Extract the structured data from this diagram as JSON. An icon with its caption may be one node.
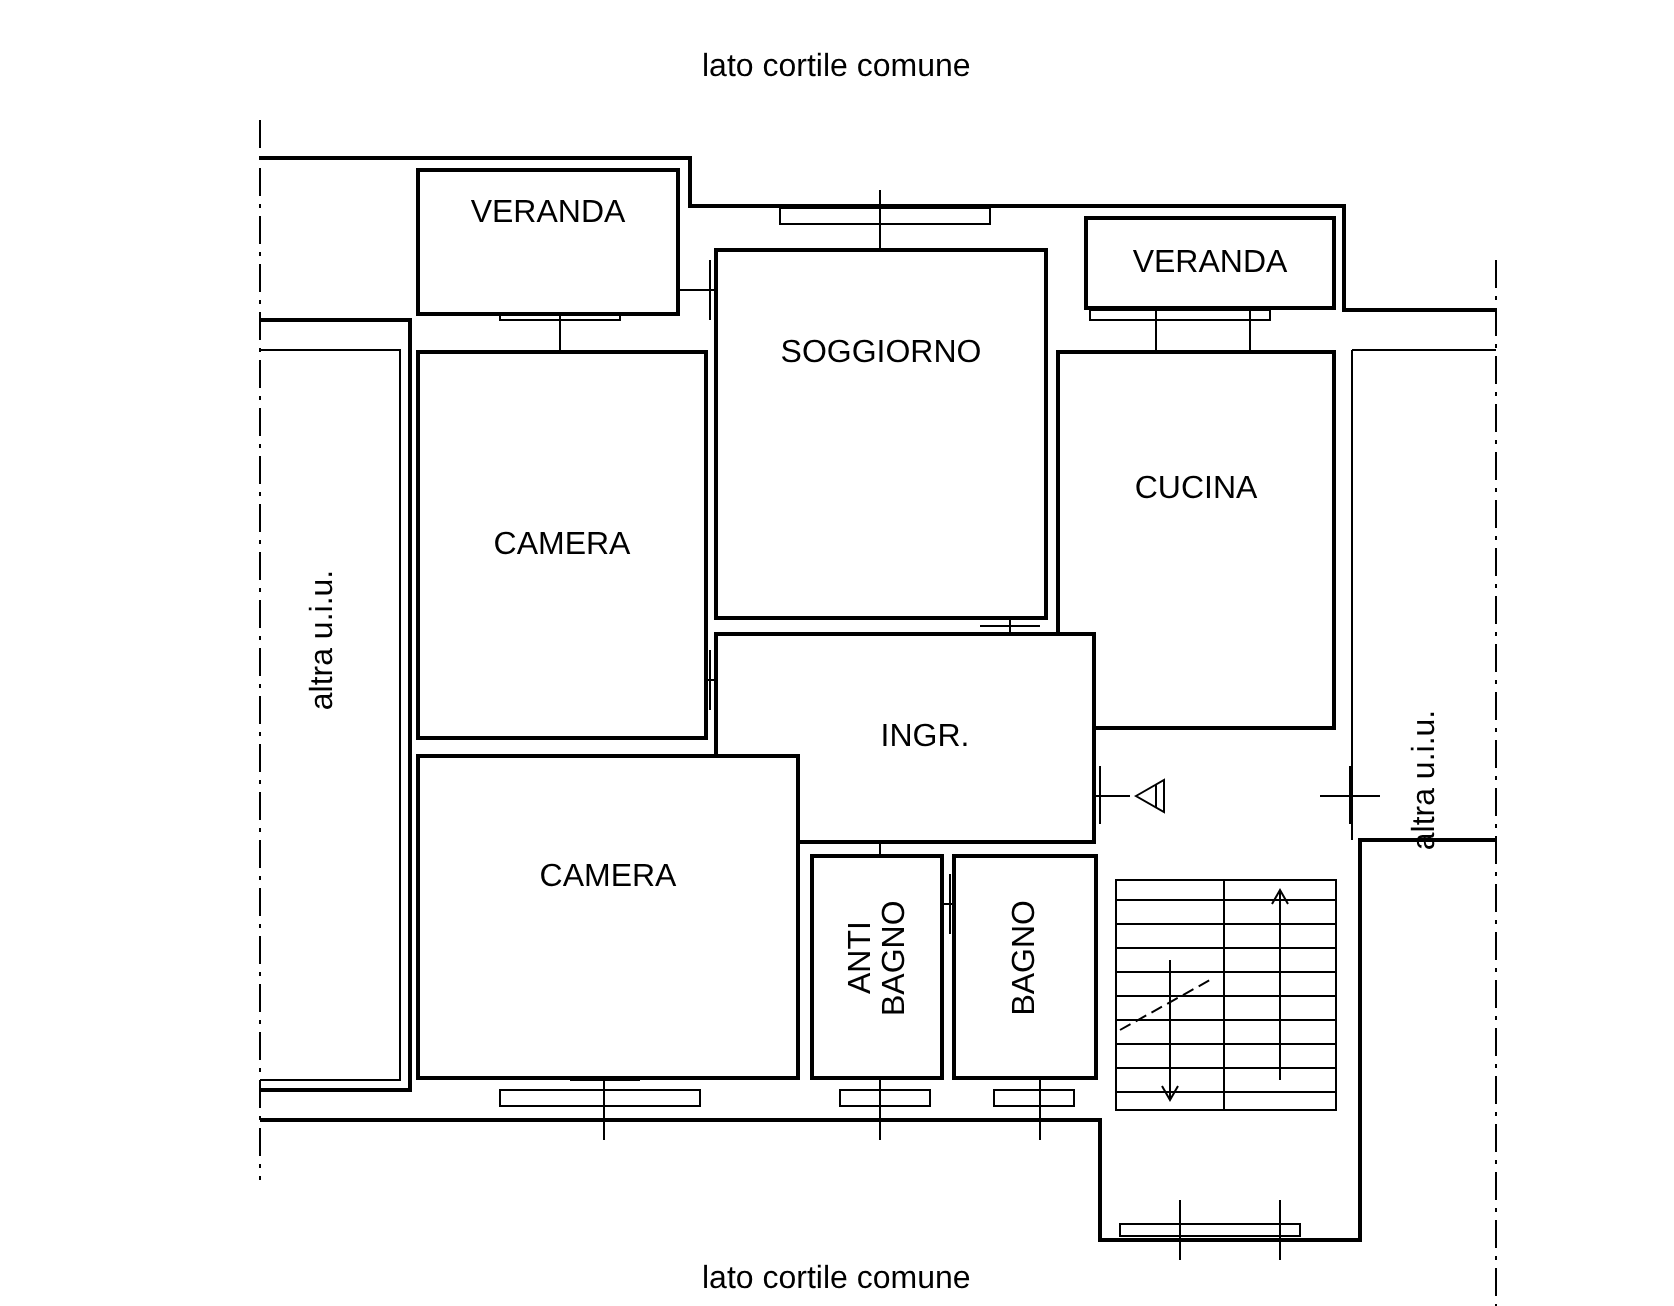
{
  "diagram": {
    "nodes": [
      {
        "text": [
          "VERANDA"
        ]
      },
      {
        "text": [
          "SOGGIORNO"
        ]
      },
      {
        "text": [
          "VERANDA"
        ]
      },
      {
        "text": [
          "CAMERA"
        ]
      },
      {
        "text": [
          "CUCINA"
        ]
      },
      {
        "text": [
          "INGR."
        ]
      },
      {
        "text": [
          "CAMERA"
        ]
      },
      {
        "text": [
          "ANTI BAGNO"
        ]
      },
      {
        "text": [
          "BAGNO"
        ]
      }
    ],
    "edges": [],
    "labels": [
      "lato cortile comune",
      "altra u.i.u.",
      "altra u.i.u.",
      "lato cortile comune"
    ]
  }
}
